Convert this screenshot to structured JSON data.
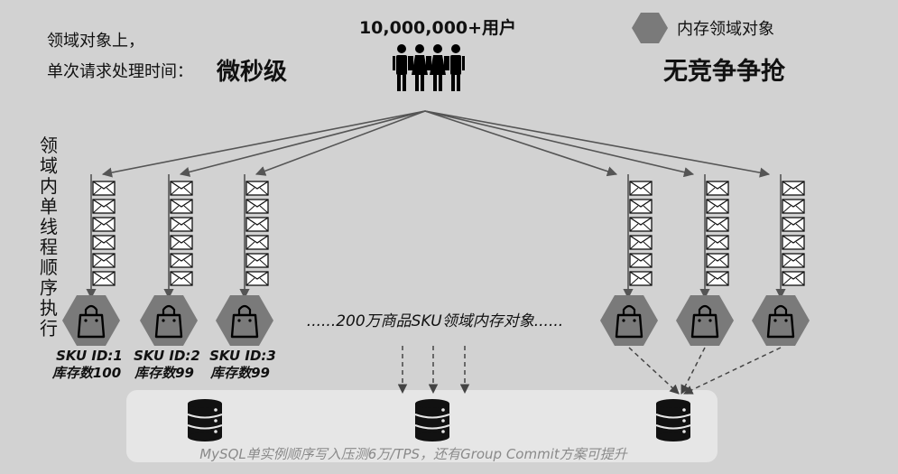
{
  "header": {
    "line1": "领域对象上，",
    "line2_prefix": "单次请求处理时间：",
    "line2_emph": "微秒级"
  },
  "users": {
    "label": "10,000,000+用户",
    "icon": "people-icon"
  },
  "legend": {
    "label": "内存领域对象",
    "icon": "hexagon-icon",
    "color": "#7a7a7a"
  },
  "slogan": "无竞争争抢",
  "vertical_label": "领域内单线程顺序执行",
  "queues": [
    {
      "id_label": "SKU ID:1",
      "stock_label": "库存数100"
    },
    {
      "id_label": "SKU ID:2",
      "stock_label": "库存数99"
    },
    {
      "id_label": "SKU ID:3",
      "stock_label": "库存数99"
    },
    {
      "id_label": "",
      "stock_label": ""
    },
    {
      "id_label": "",
      "stock_label": ""
    },
    {
      "id_label": "",
      "stock_label": ""
    }
  ],
  "middle_label": "......200万商品SKU领域内存对象......",
  "db_panel": {
    "caption": "MySQL单实例顺序写入压测6万/TPS，还有Group Commit方案可提升",
    "db_icon": "database-icon",
    "count": 3
  },
  "colors": {
    "background": "#d2d2d2",
    "hexagon": "#7a7a7a",
    "arrow": "#555555",
    "panel": "#e6e6e6"
  }
}
